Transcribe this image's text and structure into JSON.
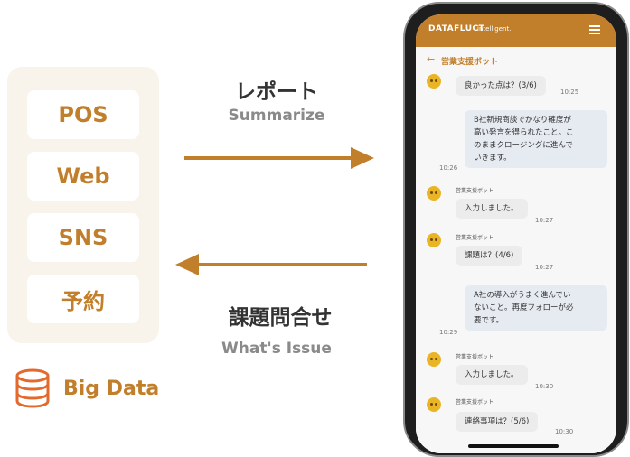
{
  "sources": [
    "POS",
    "Web",
    "SNS",
    "予約"
  ],
  "bigdata": {
    "label": "Big Data",
    "icon": "database-icon"
  },
  "flow_top": {
    "title": "レポート",
    "subtitle": "Summarize"
  },
  "flow_bottom": {
    "title": "課題問合せ",
    "subtitle": "What's Issue"
  },
  "colors": {
    "accent": "#c17f2b",
    "bigdata_icon": "#e36a2c"
  },
  "phone": {
    "logo_bold": "DATAFLUCT",
    "logo_light": "intelligent.",
    "back_arrow": "←",
    "header_title": "営業支援ボット",
    "messages": [
      {
        "role": "bot",
        "sender": "",
        "text": "良かった点は？(3/6)",
        "time": "10:25"
      },
      {
        "role": "user",
        "text": "B社新規商談でかなり確度が\n高い発言を得られたこと。こ\nのままクロージングに進んで\nいきます。",
        "time": "10:26"
      },
      {
        "role": "bot",
        "sender": "営業支援ボット",
        "text": "入力しました。",
        "time": "10:27"
      },
      {
        "role": "bot",
        "sender": "営業支援ボット",
        "text": "課題は？(4/6)",
        "time": "10:27"
      },
      {
        "role": "user",
        "text": "A社の導入がうまく進んでい\nないこと。再度フォローが必\n要です。",
        "time": "10:29"
      },
      {
        "role": "bot",
        "sender": "営業支援ボット",
        "text": "入力しました。",
        "time": "10:30"
      },
      {
        "role": "bot",
        "sender": "営業支援ボット",
        "text": "連絡事項は？(5/6)",
        "time": "10:30"
      }
    ]
  }
}
